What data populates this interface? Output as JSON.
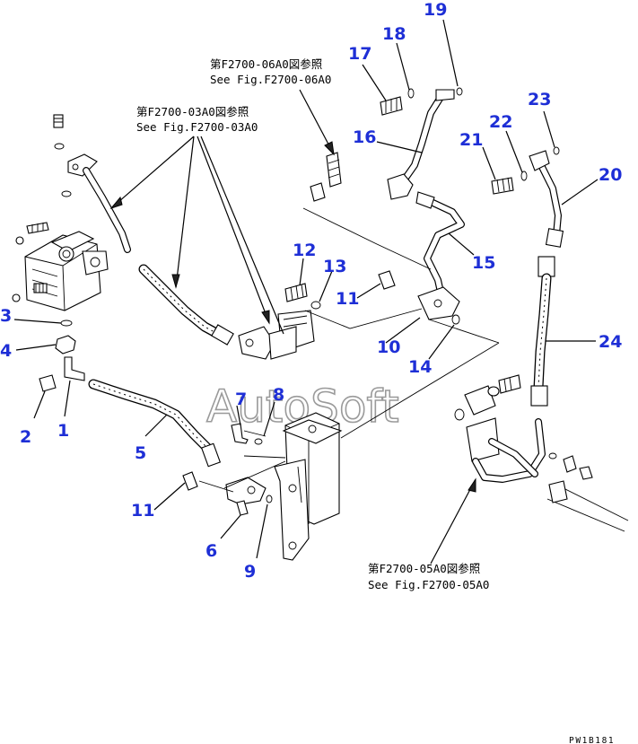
{
  "references": {
    "fig_06A0_jp": "第F2700-06A0図参照",
    "fig_06A0_en": "See Fig.F2700-06A0",
    "fig_03A0_jp": "第F2700-03A0図参照",
    "fig_03A0_en": "See Fig.F2700-03A0",
    "fig_05A0_jp": "第F2700-05A0図参照",
    "fig_05A0_en": "See Fig.F2700-05A0"
  },
  "callouts": {
    "c1": "1",
    "c2": "2",
    "c3": "3",
    "c4": "4",
    "c5": "5",
    "c6": "6",
    "c7": "7",
    "c8": "8",
    "c9": "9",
    "c10": "10",
    "c11a": "11",
    "c11b": "11",
    "c12": "12",
    "c13": "13",
    "c14": "14",
    "c15": "15",
    "c16": "16",
    "c17": "17",
    "c18": "18",
    "c19": "19",
    "c20": "20",
    "c21": "21",
    "c22": "22",
    "c23": "23",
    "c24": "24"
  },
  "watermark": "AutoSoft",
  "drawing_code": "PW1B181",
  "colors": {
    "callout": "#1e2fd6",
    "line": "#000000",
    "watermark": "#9a9a9a"
  }
}
